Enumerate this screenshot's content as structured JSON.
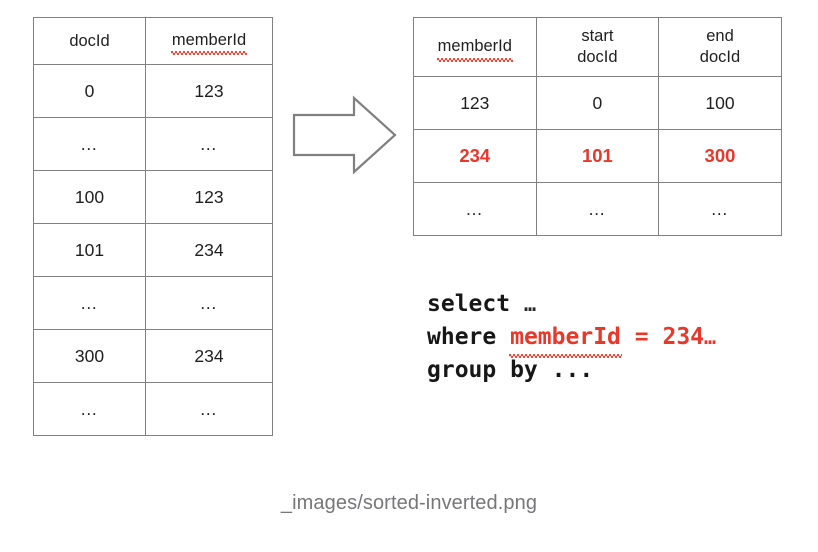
{
  "diagram": {
    "left_table": {
      "name": "flat-document-table",
      "columns": [
        "docId",
        "memberId"
      ],
      "column_spellcheck_flag": [
        false,
        true
      ],
      "rows": [
        [
          "0",
          "123"
        ],
        [
          "…",
          "…"
        ],
        [
          "100",
          "123"
        ],
        [
          "101",
          "234"
        ],
        [
          "…",
          "…"
        ],
        [
          "300",
          "234"
        ],
        [
          "…",
          "…"
        ]
      ]
    },
    "arrow": {
      "icon": "right-block-arrow-icon",
      "direction": "right",
      "stroke_color": "#808080",
      "fill_color": "#ffffff"
    },
    "right_table": {
      "name": "sorted-inverted-index-table",
      "columns": [
        "memberId",
        "start docId",
        "end docId"
      ],
      "columns_multiline": [
        [
          "memberId"
        ],
        [
          "start",
          "docId"
        ],
        [
          "end",
          "docId"
        ]
      ],
      "column_spellcheck_flag": [
        true,
        false,
        false
      ],
      "rows": [
        {
          "values": [
            "123",
            "0",
            "100"
          ],
          "highlighted": false
        },
        {
          "values": [
            "234",
            "101",
            "300"
          ],
          "highlighted": true
        },
        {
          "values": [
            "…",
            "…",
            "…"
          ],
          "highlighted": false
        }
      ],
      "highlight_color": "#e8382a"
    },
    "sql": {
      "line1": {
        "keyword": "select",
        "rest": "…"
      },
      "line2": {
        "keyword": "where",
        "predicate_field": "memberId",
        "operator": "=",
        "predicate_value": "234",
        "trailing": "…",
        "highlighted": true,
        "spellcheck_flag": true
      },
      "line3": {
        "keyword": "group by",
        "rest": "..."
      }
    },
    "caption": "_images/sorted-inverted.png",
    "colors": {
      "border": "#808080",
      "text": "#1f1f1f",
      "accent_red": "#e8382a",
      "caption_gray": "#77777a",
      "background": "#ffffff"
    }
  }
}
